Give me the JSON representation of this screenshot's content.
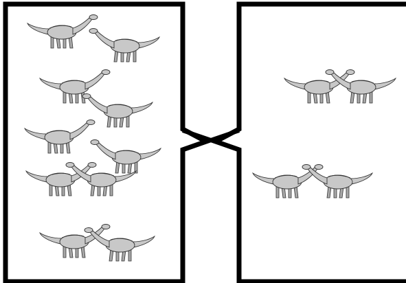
{
  "scene": {
    "description_free": true,
    "regions": [
      {
        "id": "left-enclosure",
        "side": "left",
        "dinosaur_count": 10
      },
      {
        "id": "right-enclosure",
        "side": "right",
        "dinosaur_count": 4
      }
    ],
    "connector": "narrow-passage",
    "colors": {
      "wall": "#000000",
      "background": "#ffffff",
      "dino_fill": "#c8c8c8",
      "dino_shade": "#9a9a9a",
      "dino_stroke": "#333333"
    }
  }
}
